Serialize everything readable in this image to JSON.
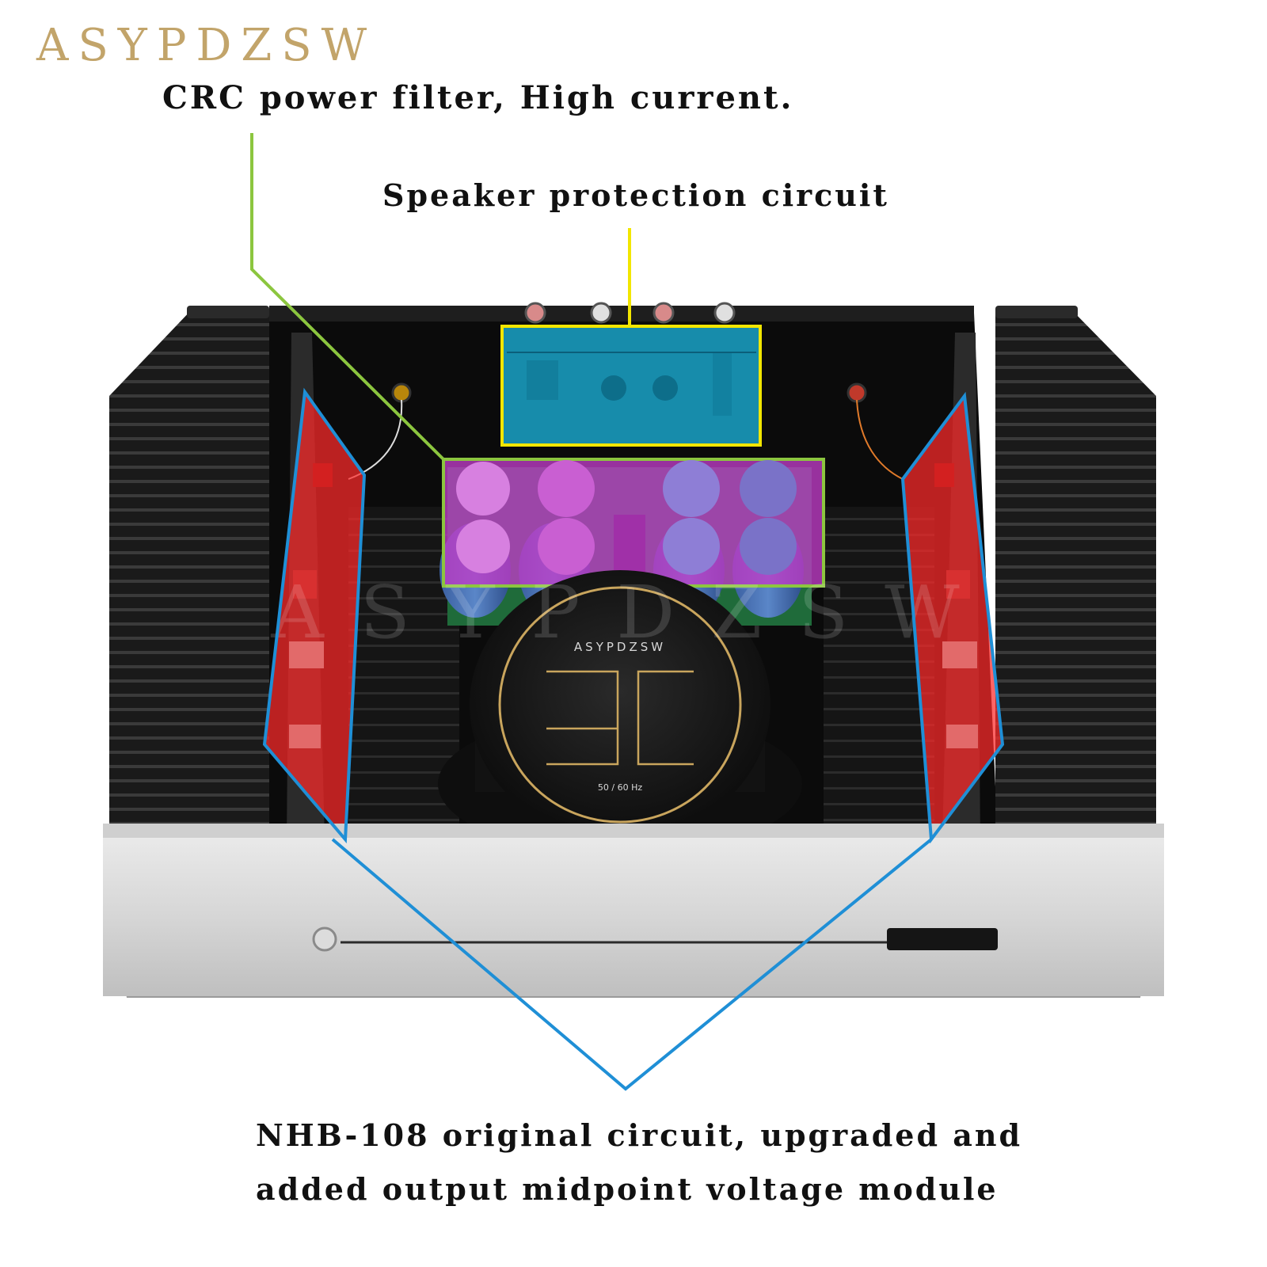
{
  "brand": {
    "logo_text": "ASYPDZSW",
    "watermark": "ASYPDZSW",
    "transformer_brand": "ASYPDZSW",
    "transformer_freq": "50 / 60 Hz"
  },
  "captions": {
    "crc": "CRC power filter, High current.",
    "speaker": "Speaker protection circuit",
    "nhb_line1": "NHB-108 original circuit, upgraded and",
    "nhb_line2": "added output midpoint voltage module"
  },
  "colors": {
    "brand_gold": "#c2a46a",
    "crc_callout": "#8cc63f",
    "speaker_callout": "#f2e600",
    "nhb_callout": "#1f8fd6",
    "crc_highlight": "#c03cc8",
    "amp_highlight": "#ff2a2a",
    "speaker_highlight": "#1aa3c8"
  }
}
